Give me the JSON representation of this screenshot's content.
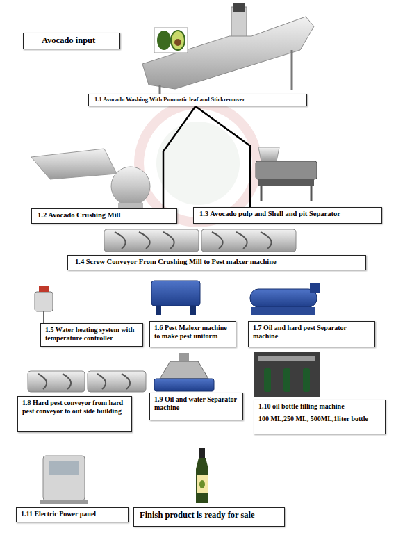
{
  "diagram": {
    "nodes": [
      {
        "text": [
          "Avocado input"
        ]
      },
      {
        "text": [
          "1.1 Avocado Washing With Pnumatic leaf and Stickremover"
        ]
      },
      {
        "text": [
          "1.2 Avocado Crushing Mill"
        ]
      },
      {
        "text": [
          "1.3 Avocado pulp and Shell and pit Separator"
        ]
      },
      {
        "text": [
          "1.4 Screw Conveyor From Crushing Mill to Pest malxer machine"
        ]
      },
      {
        "text": [
          "1.5 Water heating system with temperature controller"
        ]
      },
      {
        "text": [
          "1.6 Pest Malexr machine to make pest uniform"
        ]
      },
      {
        "text": [
          "1.7 Oil and hard pest Separator machine"
        ]
      },
      {
        "text": [
          "1.8 Hard pest conveyor from hard pest conveyor to out side building"
        ]
      },
      {
        "text": [
          "1.9 Oil and water Separator machine"
        ]
      },
      {
        "text": [
          "1.10 oil bottle filling machine",
          "100 ML,250 ML, 500ML,1liter bottle"
        ]
      },
      {
        "text": [
          "1.11 Electric Power panel"
        ]
      },
      {
        "text": [
          "Finish product is ready for sale"
        ]
      }
    ],
    "edges": [
      {
        "from": 1,
        "to": 2,
        "arrow": "none"
      },
      {
        "from": 1,
        "to": 3,
        "arrow": "none"
      }
    ]
  }
}
